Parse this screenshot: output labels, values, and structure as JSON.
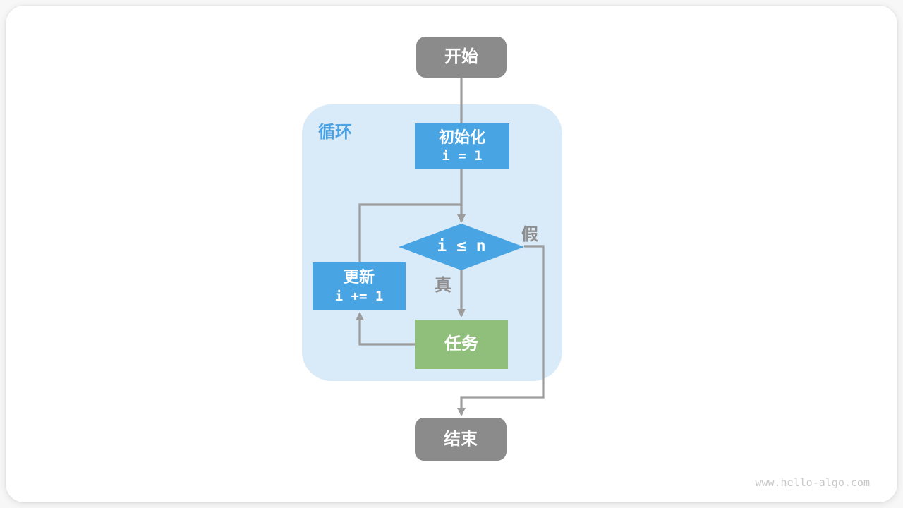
{
  "flowchart": {
    "loop_label": "循环",
    "nodes": {
      "start": {
        "label": "开始"
      },
      "init": {
        "title": "初始化",
        "code": "i = 1"
      },
      "condition": {
        "label": "i ≤ n"
      },
      "task": {
        "label": "任务"
      },
      "update": {
        "title": "更新",
        "code": "i += 1"
      },
      "end": {
        "label": "结束"
      }
    },
    "edges": {
      "true_label": "真",
      "false_label": "假"
    }
  },
  "watermark": "www.hello-algo.com",
  "colors": {
    "node_blue": "#49A4E4",
    "node_green": "#90BF7B",
    "node_gray": "#8B8B8B",
    "loop_bg": "#D9EAF8",
    "loop_label": "#4BA2E2",
    "connector": "#9C9C9C",
    "edge_label": "#8E8E8E",
    "watermark": "#C9C9C9"
  }
}
